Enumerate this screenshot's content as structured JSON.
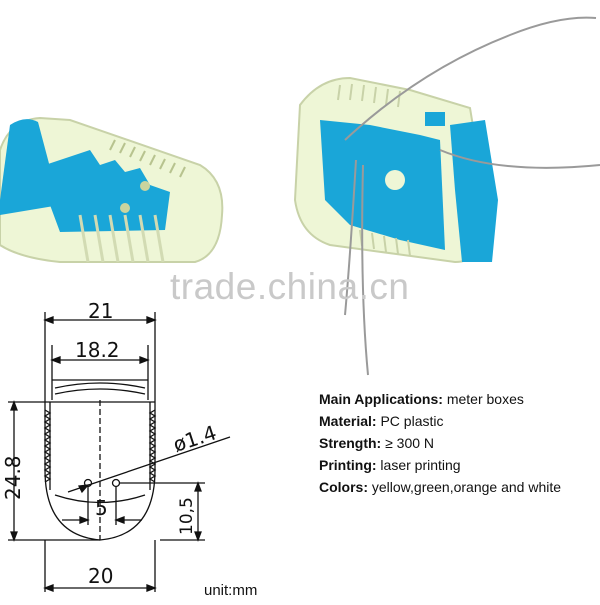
{
  "watermark": "trade.china.cn",
  "drawing": {
    "dim_width_top": "21",
    "dim_inner_width": "18.2",
    "dim_height": "24.8",
    "dim_hole": "ø1.4",
    "dim_hole_spacing": "5",
    "dim_hole_height": "10,5",
    "dim_width_bottom": "20",
    "unit": "unit:mm"
  },
  "specs": [
    {
      "label": "Main Applications:",
      "value": " meter boxes"
    },
    {
      "label": "Material:",
      "value": " PC plastic"
    },
    {
      "label": "Strength:",
      "value": " ≥ 300 N"
    },
    {
      "label": "Printing:",
      "value": " laser printing"
    },
    {
      "label": "Colors:",
      "value": " yellow,green,orange and white"
    }
  ],
  "colors": {
    "seal_blue": "#1aa6d8",
    "seal_clear": "#eef6d6",
    "line": "#111111",
    "watermark": "#c9c9c9"
  }
}
